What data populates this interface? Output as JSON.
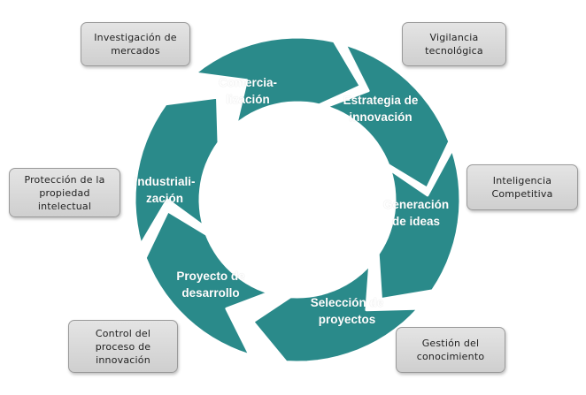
{
  "colors": {
    "arrow_fill": "#2a8a8a",
    "arrow_stroke": "#ffffff",
    "box_fill": "#d8d8d8"
  },
  "cycle": {
    "comercializacion": "Comercia-\nlización",
    "estrategia": "Estrategia de\ninnovación",
    "generacion": "Generación\nde ideas",
    "seleccion": "Selección de\nproyectos",
    "proyecto": "Proyecto de\ndesarrollo",
    "industrializacion": "Industriali-\nzación"
  },
  "boxes": {
    "investigacion": "Investigación de\nmercados",
    "vigilancia": "Vigilancia\ntecnológica",
    "inteligencia": "Inteligencia\nCompetitiva",
    "gestion": "Gestión del\nconocimiento",
    "control": "Control del\nproceso de\ninnovación",
    "proteccion": "Protección de la\npropiedad\nintelectual"
  }
}
